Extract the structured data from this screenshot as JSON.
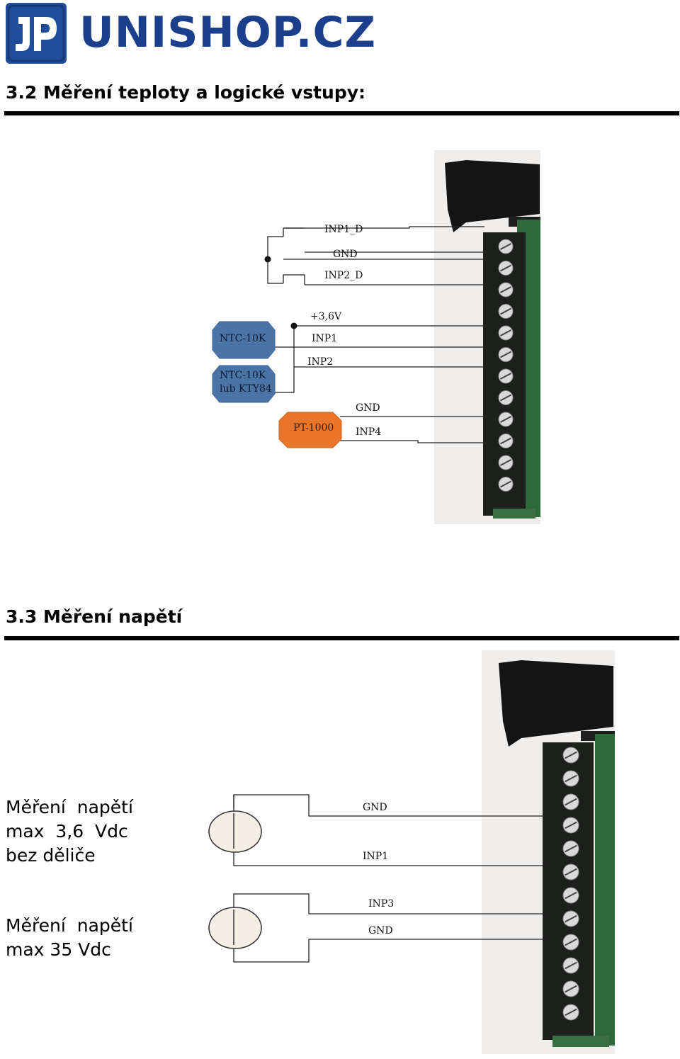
{
  "header": {
    "logo_text": "UNISHOP.CZ",
    "logo_mark": "JP"
  },
  "section_3_2": {
    "title": "3.2 Měření  teploty a logické vstupy:",
    "wire_labels": [
      "INP1_D",
      "GND",
      "INP2_D",
      "+3,6V",
      "INP1",
      "INP2",
      "GND",
      "INP4"
    ],
    "sensors": [
      {
        "label_lines": [
          "NTC-10K"
        ],
        "color": "#4a73a6"
      },
      {
        "label_lines": [
          "NTC-10K",
          "lub KTY84"
        ],
        "color": "#4a73a6"
      },
      {
        "label_lines": [
          "PT-1000"
        ],
        "color": "#e8752a"
      }
    ]
  },
  "section_3_3": {
    "title": "3.3 Měření napětí",
    "notes": [
      {
        "lines": [
          "Měření  napětí",
          "max  3,6  Vdc",
          "bez děliče"
        ]
      },
      {
        "lines": [
          "Měření  napětí",
          "max 35 Vdc"
        ]
      }
    ],
    "wire_labels": [
      "GND",
      "INP1",
      "INP3",
      "GND"
    ]
  },
  "colors": {
    "rule": "#000000",
    "logo_blue": "#1b3f8a",
    "sensor_blue": "#4a73a6",
    "sensor_orange": "#e8752a",
    "terminal_body": "#1d1f1d",
    "pcb_green": "#2f6b3a"
  }
}
